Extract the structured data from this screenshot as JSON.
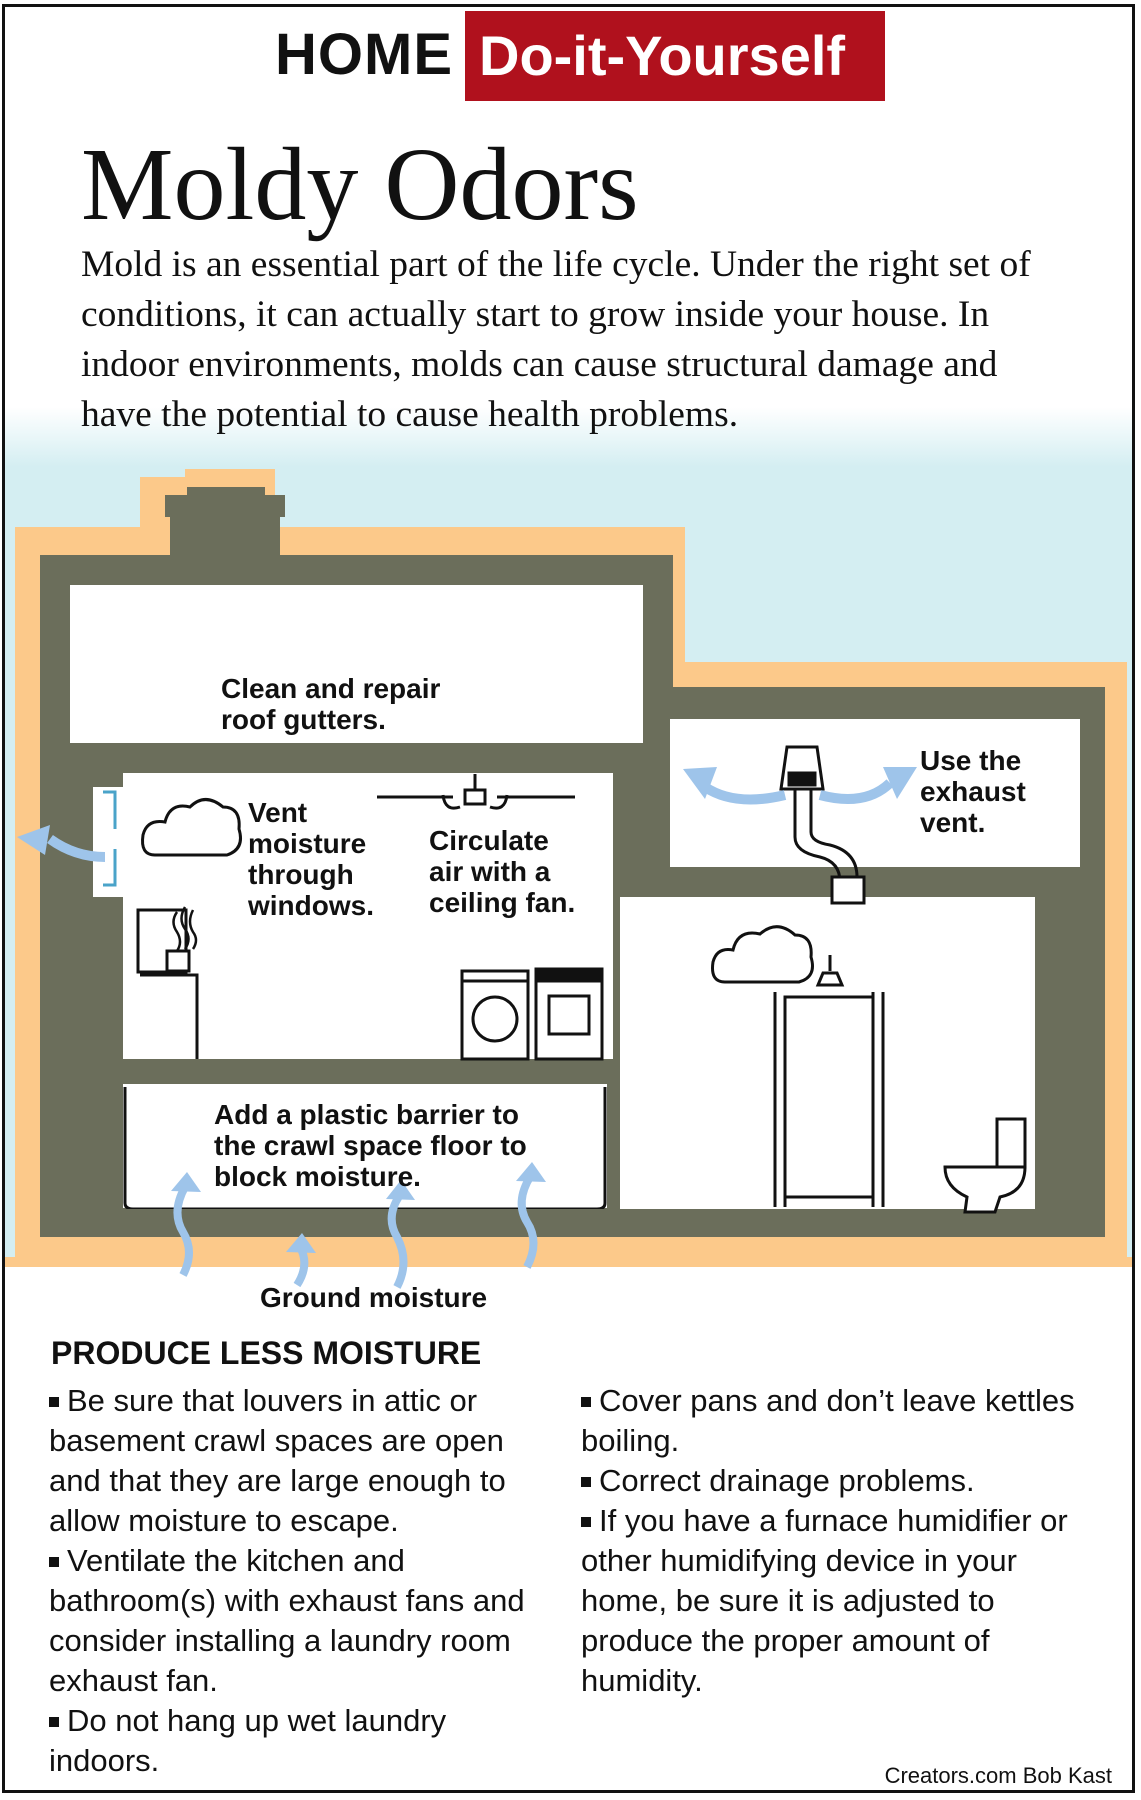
{
  "banner": {
    "home": "HOME",
    "diy": "Do-it-Yourself"
  },
  "title": "Moldy Odors",
  "intro": "Mold is an essential part of the life cycle. Under the right set of conditions, it can actually start to grow inside your house. In indoor environments, molds can cause structural damage and have the potential to cause health problems.",
  "diagram": {
    "gutters": [
      "Clean and repair",
      "roof gutters."
    ],
    "vent_windows": [
      "Vent",
      "moisture",
      "through",
      "windows."
    ],
    "ceiling_fan": [
      "Circulate",
      "air with a",
      "ceiling fan."
    ],
    "exhaust_vent": [
      "Use the",
      "exhaust",
      "vent."
    ],
    "plastic_barrier": [
      "Add a plastic barrier to",
      "the crawl space floor to",
      "block moisture."
    ],
    "ground_moisture": "Ground moisture"
  },
  "colors": {
    "house_wall": "#6b6e5b",
    "insulation": "#fcc98a",
    "sky": "#d4eef2",
    "arrow": "#9ec4ea",
    "banner_red": "#b0111d"
  },
  "section_title": "PRODUCE LESS MOISTURE",
  "tips_left": [
    "Be sure that louvers in attic or basement crawl spaces are open and that they are large enough to allow moisture to escape.",
    "Ventilate the kitchen and bathroom(s) with exhaust fans and consider installing a laundry room exhaust fan.",
    "Do not hang up wet laundry indoors."
  ],
  "tips_right": [
    "Cover pans and don’t leave kettles boiling.",
    "Correct drainage problems.",
    "If you have a furnace humidifier or other humidifying device in your home, be sure it is adjusted to produce the proper amount of humidity."
  ],
  "credit": "Creators.com Bob Kast"
}
